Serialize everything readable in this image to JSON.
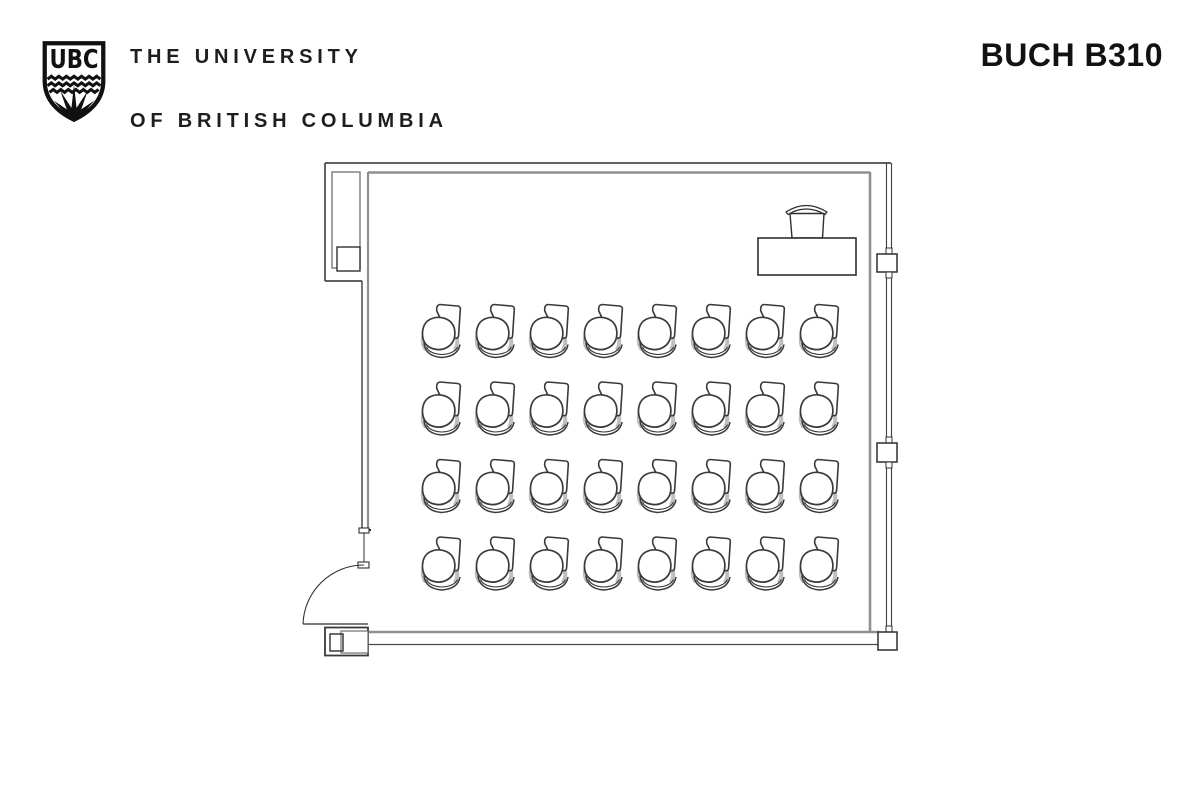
{
  "header": {
    "logo": {
      "shield_text": "UBC"
    },
    "wordmark_line1": "THE UNIVERSITY",
    "wordmark_line2": "OF BRITISH COLUMBIA",
    "room_label": "BUCH B310"
  },
  "floor_plan": {
    "seating": {
      "rows": 4,
      "columns": 8,
      "total_seats": 32,
      "chair_type": "tablet-arm chair"
    },
    "furniture": [
      {
        "name": "instructor-table",
        "position": "top-right"
      },
      {
        "name": "lectern",
        "position": "on instructor-table"
      }
    ],
    "features": [
      {
        "name": "entrance-door",
        "position": "bottom-left",
        "swing": "outward quarter-arc"
      },
      {
        "name": "window-wall",
        "position": "right",
        "mullions": 3
      },
      {
        "name": "alcove",
        "position": "top-left"
      }
    ]
  },
  "colors": {
    "wall_dark": "#2f2f2f",
    "wall_gray": "#8f8f8f",
    "line_dark": "#3a3a3a",
    "chair_accent": "#bfbfbf",
    "text": "#1e1e1e",
    "background": "#ffffff"
  }
}
